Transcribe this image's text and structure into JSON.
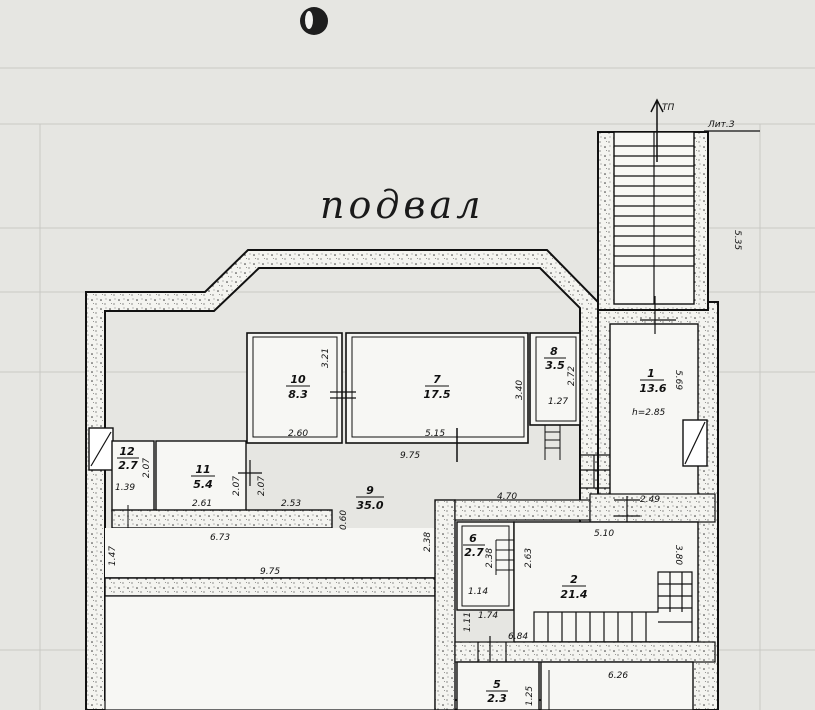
{
  "document": {
    "title": "подвал",
    "corner_label": "Лит.З",
    "stair_mark": "ТП"
  },
  "rooms": [
    {
      "no": "1",
      "area": "13.6"
    },
    {
      "no": "2",
      "area": "21.4"
    },
    {
      "no": "5",
      "area": "2.3"
    },
    {
      "no": "6",
      "area": "2.7"
    },
    {
      "no": "7",
      "area": "17.5"
    },
    {
      "no": "8",
      "area": "3.5"
    },
    {
      "no": "9",
      "area": "35.0"
    },
    {
      "no": "10",
      "area": "8.3"
    },
    {
      "no": "11",
      "area": "5.4"
    },
    {
      "no": "12",
      "area": "2.7"
    }
  ],
  "height_note": "h=2.85",
  "dimensions": {
    "stair_len": "5.35",
    "r10_w": "2.60",
    "r10_d": "3.21",
    "r7_w": "5.15",
    "r7_d": "3.40",
    "r8_w": "1.27",
    "r8_d": "2.72",
    "r1_w": "2.49",
    "r1_d": "5.69",
    "r11_w": "2.61",
    "r11_d": "2.07",
    "r9_a": "2.07",
    "r9_b": "2.53",
    "r9_w": "9.75",
    "r12_d": "2.07",
    "r12_w": "1.39",
    "corr_w": "6.73",
    "corr_d": "0.60",
    "corr_h": "1.47",
    "outer_w": "9.75",
    "r9_step": "4.70",
    "r9_h": "2.38",
    "r2_w": "5.10",
    "r2_d": "3.80",
    "r2_b": "6.84",
    "r6_a": "2.38",
    "r6_b": "2.63",
    "r6_c": "1.14",
    "r6_d": "1.74",
    "r6_e": "1.11",
    "r5_w": "6.26",
    "r5_d": "1.25"
  }
}
